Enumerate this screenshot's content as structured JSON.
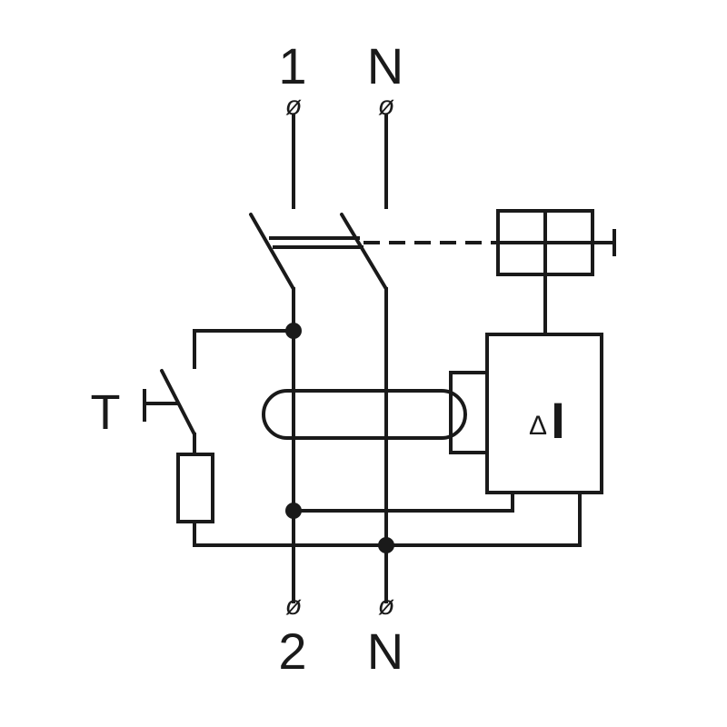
{
  "terminals": {
    "top_left": "1",
    "top_right": "N",
    "bottom_left": "2",
    "bottom_right": "N",
    "marker": "ø"
  },
  "test_button_label": "T",
  "relay_label": {
    "delta": "Δ",
    "current": "I"
  },
  "colors": {
    "line": "#1a1a1a",
    "background": "#ffffff"
  }
}
